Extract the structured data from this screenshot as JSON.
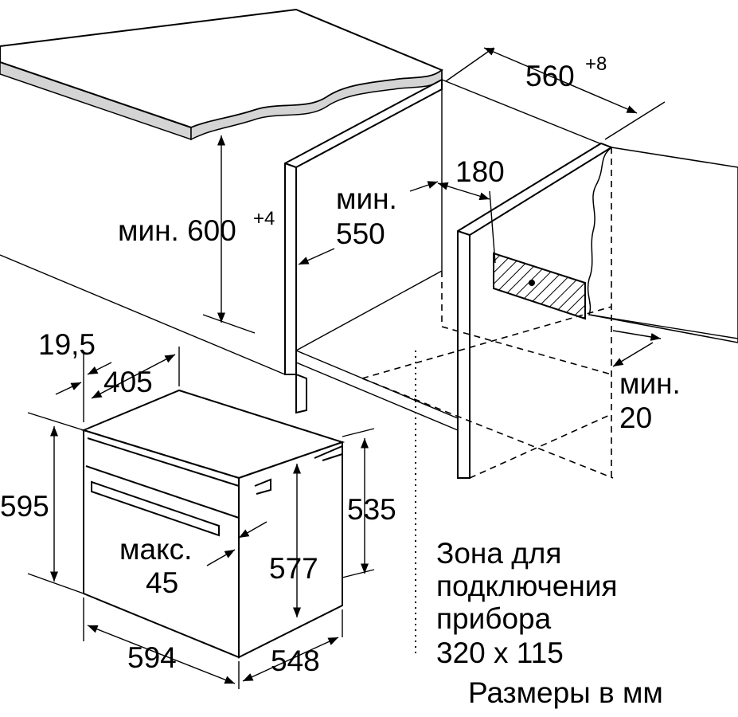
{
  "labels": {
    "width_niche": "560",
    "width_niche_tol": "+8",
    "gap_180": "180",
    "min_550_a": "мин.",
    "min_550_b": "550",
    "min_600_a": "мин. 600",
    "min_600_tol": "+4",
    "d_19_5": "19,5",
    "d_405": "405",
    "d_595": "595",
    "d_535": "535",
    "d_577": "577",
    "max_45_a": "макс.",
    "max_45_b": "45",
    "min_20_a": "мин.",
    "min_20_b": "20",
    "d_594": "594",
    "d_548": "548",
    "zone_1": "Зона для",
    "zone_2": "подключения",
    "zone_3": "прибора",
    "zone_4": "320 x 115",
    "units": "Размеры в мм"
  }
}
